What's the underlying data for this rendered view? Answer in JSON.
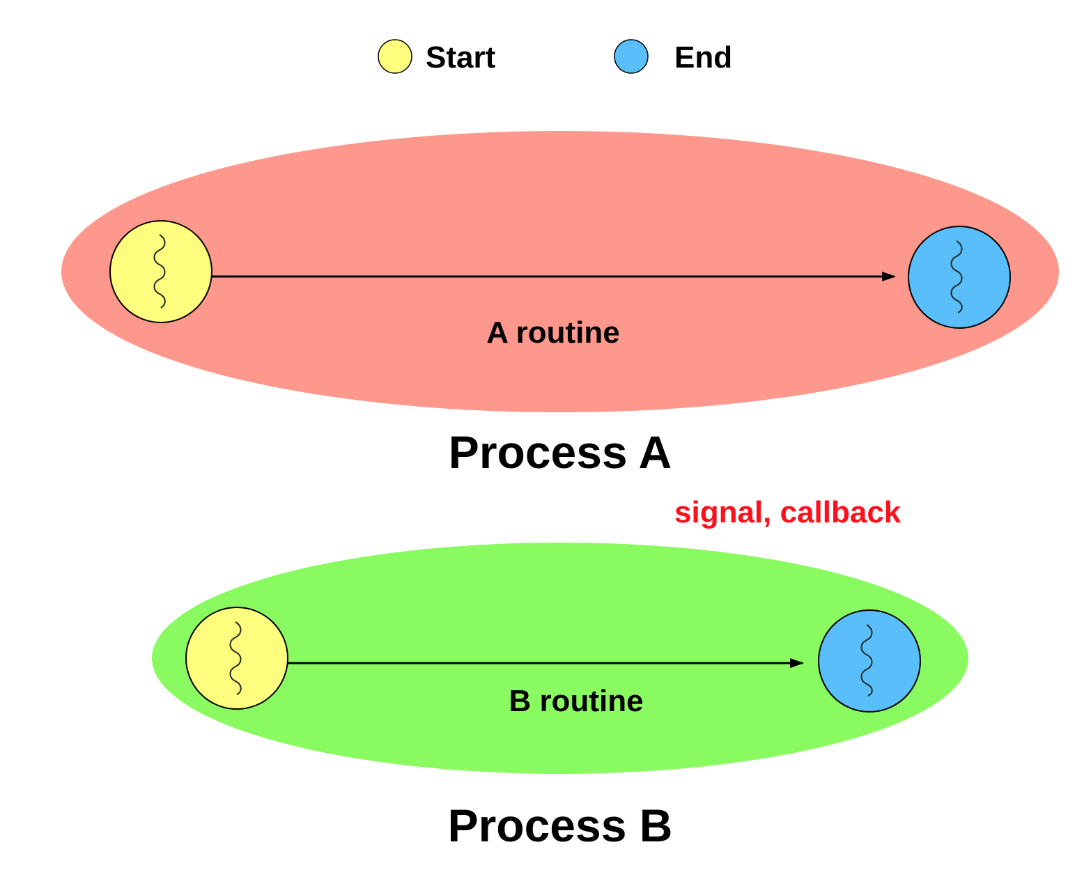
{
  "legend": {
    "start": {
      "label": "Start",
      "color": "#FEFD7E"
    },
    "end": {
      "label": "End",
      "color": "#5ABEFB"
    }
  },
  "process_a": {
    "title": "Process A",
    "routine_label": "A routine",
    "color": "#FE978C"
  },
  "process_b": {
    "title": "Process B",
    "routine_label": "B routine",
    "color": "#8AFA61"
  },
  "signal": {
    "label": "signal, callback",
    "color": "#FE0F1B"
  },
  "colors": {
    "outline": "#000000",
    "thread": "#1F2A1F"
  },
  "icons": {
    "thread": "thread-squiggle-icon",
    "arrowhead": "arrowhead-icon"
  }
}
